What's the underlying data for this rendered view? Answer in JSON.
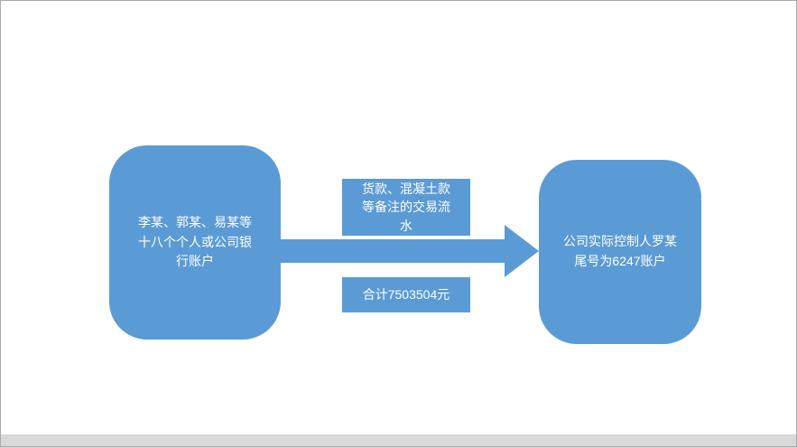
{
  "diagram": {
    "left_node": {
      "label": "李某、郭某、易某等十八个个人或公司银行账户"
    },
    "right_node": {
      "label": "公司实际控制人罗某尾号为6247账户"
    },
    "arrow": {
      "label_top": "货款、混凝土款等备注的交易流水",
      "label_bottom": "合计7503504元"
    },
    "colors": {
      "shape_fill": "#5b9bd5",
      "shape_text": "#ffffff",
      "canvas_background": "#ffffff",
      "canvas_border": "#ababab",
      "bottom_bar": "#d9d9d9"
    }
  }
}
